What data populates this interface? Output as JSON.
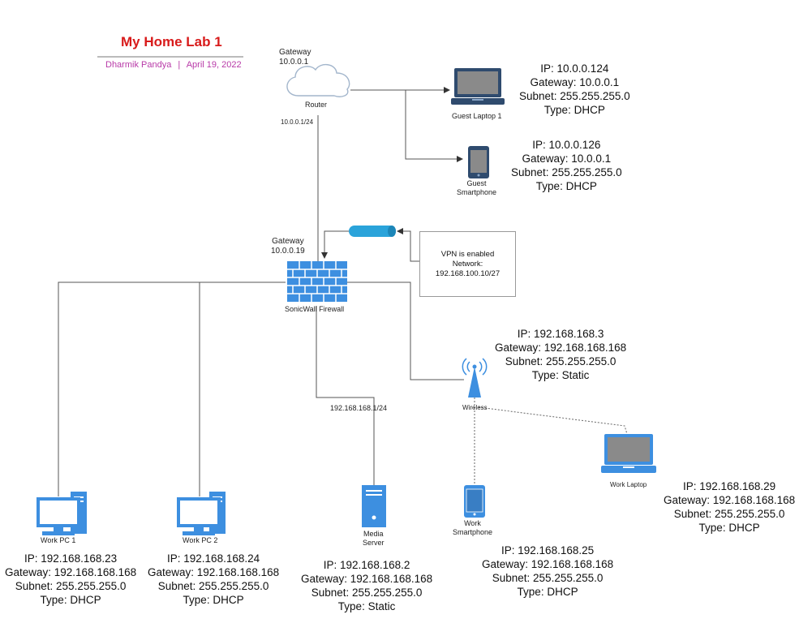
{
  "header": {
    "title": "My Home Lab 1",
    "author": "Dharmik Pandya",
    "separator": "|",
    "date": "April 19, 2022"
  },
  "router": {
    "gateway_label": "Gateway",
    "gateway_ip": "10.0.0.1",
    "label": "Router",
    "network": "10.0.0.1/24"
  },
  "firewall": {
    "gateway_label": "Gateway",
    "gateway_ip": "10.0.0.19",
    "label": "SonicWall Firewall",
    "network": "192.168.168.1/24"
  },
  "vpn": {
    "line1": "VPN is enabled",
    "line2": "Network:",
    "line3": "192.168.100.10/27"
  },
  "wireless": {
    "label": "Wireless"
  },
  "devices": {
    "guest_laptop": {
      "name": "Guest Laptop 1",
      "ip": "IP: 10.0.0.124",
      "gateway": "Gateway: 10.0.0.1",
      "subnet": "Subnet: 255.255.255.0",
      "type": "Type: DHCP"
    },
    "guest_smartphone": {
      "name_line1": "Guest",
      "name_line2": "Smartphone",
      "ip": "IP: 10.0.0.126",
      "gateway": "Gateway: 10.0.0.1",
      "subnet": "Subnet: 255.255.255.0",
      "type": "Type: DHCP"
    },
    "wireless_ap": {
      "ip": "IP: 192.168.168.3",
      "gateway": "Gateway: 192.168.168.168",
      "subnet": "Subnet: 255.255.255.0",
      "type": "Type: Static"
    },
    "work_pc1": {
      "name": "Work PC 1",
      "ip": "IP: 192.168.168.23",
      "gateway": "Gateway: 192.168.168.168",
      "subnet": "Subnet: 255.255.255.0",
      "type": "Type: DHCP"
    },
    "work_pc2": {
      "name": "Work PC 2",
      "ip": "IP: 192.168.168.24",
      "gateway": "Gateway: 192.168.168.168",
      "subnet": "Subnet: 255.255.255.0",
      "type": "Type: DHCP"
    },
    "media_server": {
      "name_line1": "Media",
      "name_line2": "Server",
      "ip": "IP: 192.168.168.2",
      "gateway": "Gateway: 192.168.168.168",
      "subnet": "Subnet: 255.255.255.0",
      "type": "Type: Static"
    },
    "work_smartphone": {
      "name_line1": "Work",
      "name_line2": "Smartphone",
      "ip": "IP: 192.168.168.25",
      "gateway": "Gateway: 192.168.168.168",
      "subnet": "Subnet: 255.255.255.0",
      "type": "Type: DHCP"
    },
    "work_laptop": {
      "name": "Work Laptop",
      "ip": "IP: 192.168.168.29",
      "gateway": "Gateway: 192.168.168.168",
      "subnet": "Subnet: 255.255.255.0",
      "type": "Type: DHCP"
    }
  },
  "colors": {
    "icon_blue": "#3d8fe0",
    "icon_dark": "#2f4b6e",
    "screen_gray": "#8a8a8a",
    "line": "#555555",
    "title_red": "#d81b1b",
    "subtitle_pink": "#b83aa8"
  }
}
